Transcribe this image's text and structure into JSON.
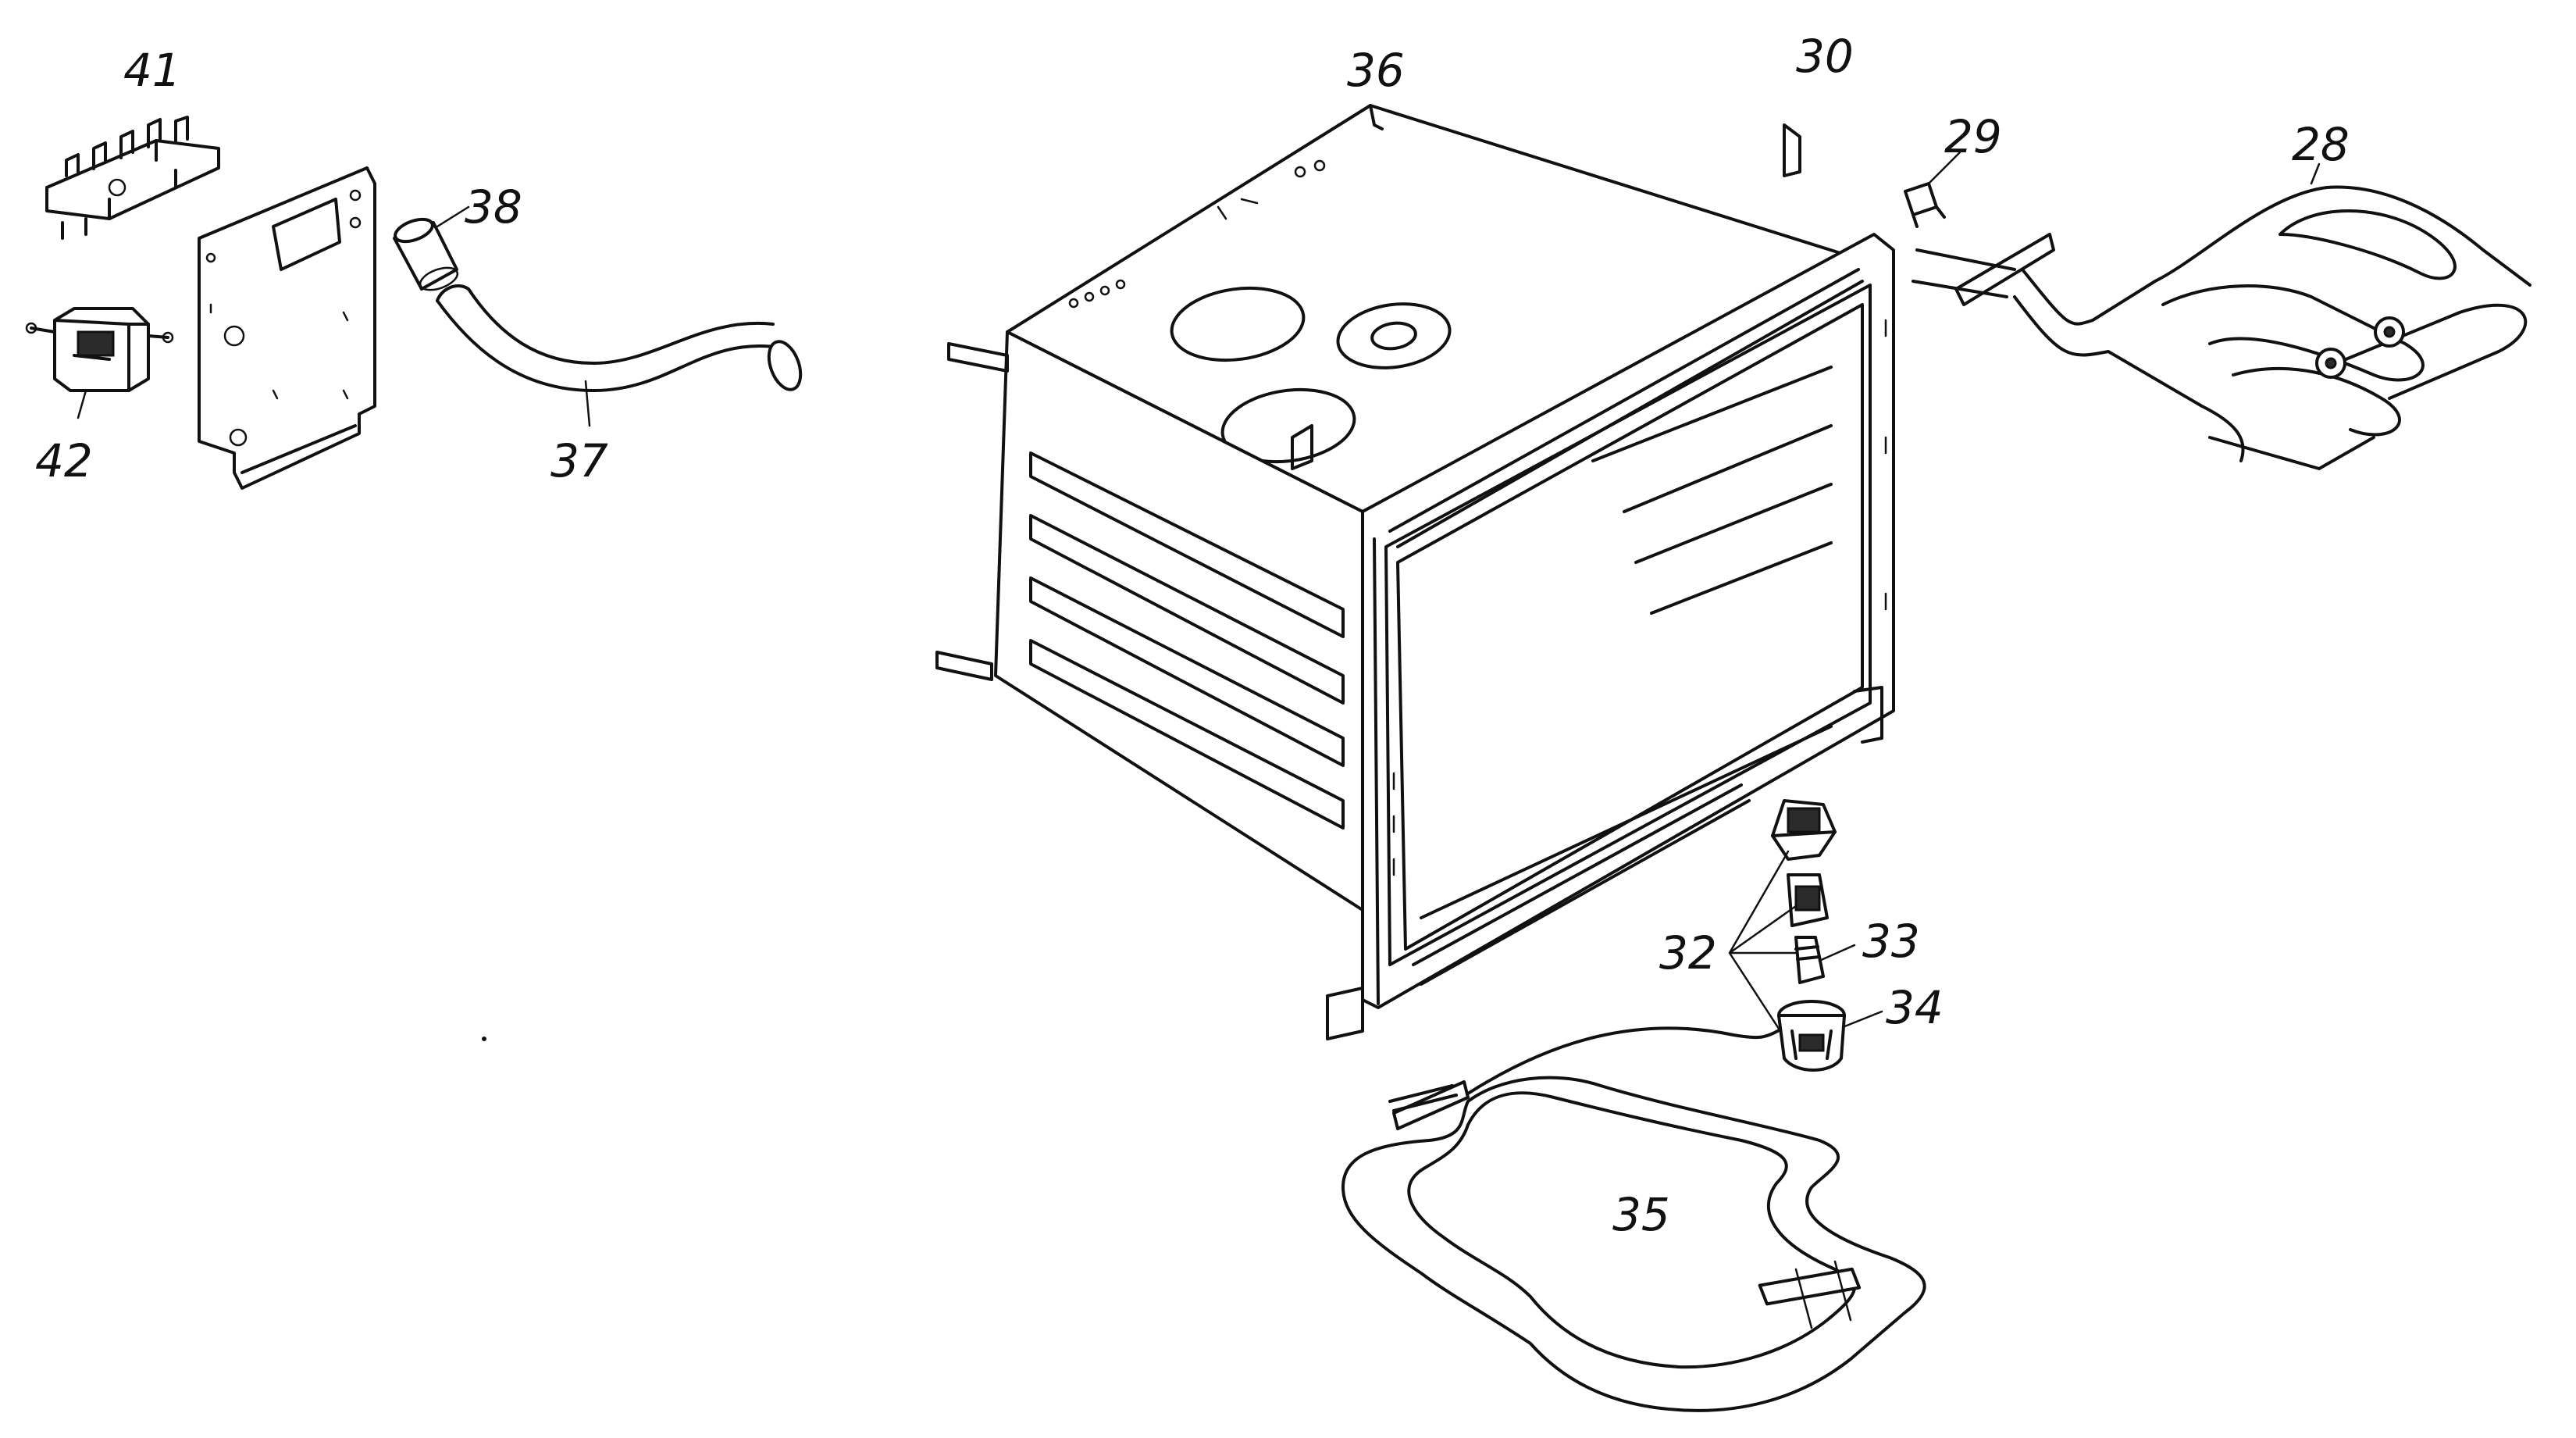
{
  "diagram": {
    "parts": [
      {
        "id": "p28",
        "label": "28"
      },
      {
        "id": "p29",
        "label": "29"
      },
      {
        "id": "p30",
        "label": "30"
      },
      {
        "id": "p32",
        "label": "32"
      },
      {
        "id": "p33",
        "label": "33"
      },
      {
        "id": "p34",
        "label": "34"
      },
      {
        "id": "p35",
        "label": "35"
      },
      {
        "id": "p36",
        "label": "36"
      },
      {
        "id": "p37",
        "label": "37"
      },
      {
        "id": "p38",
        "label": "38"
      },
      {
        "id": "p41",
        "label": "41"
      },
      {
        "id": "p42",
        "label": "42"
      }
    ]
  }
}
